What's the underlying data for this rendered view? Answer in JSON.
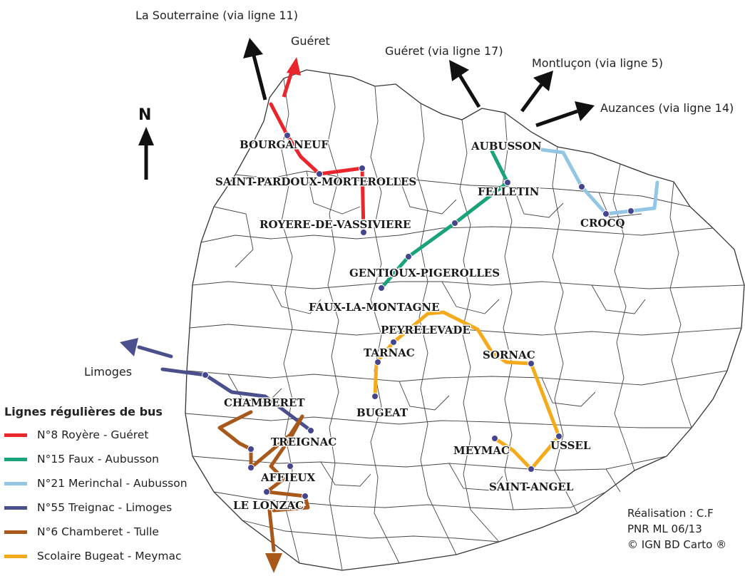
{
  "north_label": "N",
  "destinations": {
    "la_souterraine": "La Souterraine (via ligne 11)",
    "gueret": "Guéret",
    "gueret_17": "Guéret (via ligne 17)",
    "montlucon": "Montluçon (via ligne 5)",
    "auzances": "Auzances (via ligne 14)",
    "limoges": "Limoges"
  },
  "towns": {
    "bourganeuf": "BOURGANEUF",
    "saint_pardoux": "SAINT-PARDOUX-MORTEROLLES",
    "royere": "ROYERE-DE-VASSIVIERE",
    "aubusson": "AUBUSSON",
    "felletin": "FELLETIN",
    "crocq": "CROCQ",
    "gentioux": "GENTIOUX-PIGEROLLES",
    "faux": "FAUX-LA-MONTAGNE",
    "peyrelevade": "PEYRELEVADE",
    "tarnac": "TARNAC",
    "sornac": "SORNAC",
    "bugeat": "BUGEAT",
    "chamberet": "CHAMBERET",
    "treignac": "TREIGNAC",
    "affieux": "AFFIEUX",
    "le_lonzac": "LE LONZAC",
    "meymac": "MEYMAC",
    "ussel": "USSEL",
    "saint_angel": "SAINT-ANGEL"
  },
  "legend": {
    "title": "Lignes régulières de bus",
    "items": [
      {
        "label": "N°8   Royère - Guéret",
        "color": "#e8262b"
      },
      {
        "label": "N°15  Faux - Aubusson",
        "color": "#1aa37a"
      },
      {
        "label": "N°21  Merinchal - Aubusson",
        "color": "#92c6e3"
      },
      {
        "label": "N°55  Treignac - Limoges",
        "color": "#4b4f8c"
      },
      {
        "label": "N°6  Chamberet - Tulle",
        "color": "#a8581b"
      },
      {
        "label": "Scolaire  Bugeat - Meymac",
        "color": "#f5aa1c"
      }
    ]
  },
  "credits": {
    "line1": "Réalisation : C.F",
    "line2": "PNR ML  06/13",
    "line3": "© IGN BD Carto ®"
  }
}
